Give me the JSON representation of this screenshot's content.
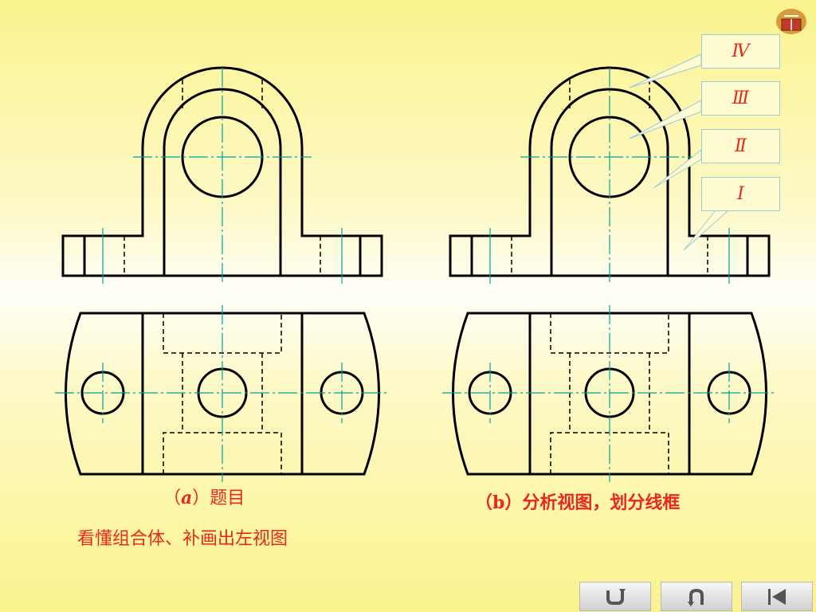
{
  "captions": {
    "a_prefix": "（",
    "a_letter": "a",
    "a_suffix": "）题目",
    "b": "（b）分析视图，划分线框",
    "note": "看懂组合体、补画出左视图"
  },
  "callouts": [
    {
      "id": "IV",
      "label": "Ⅳ"
    },
    {
      "id": "III",
      "label": "Ⅲ"
    },
    {
      "id": "II",
      "label": "Ⅱ"
    },
    {
      "id": "I",
      "label": "Ⅰ"
    }
  ],
  "nav_buttons": [
    {
      "name": "return-icon",
      "glyph": "↺"
    },
    {
      "name": "back-icon",
      "glyph": "⟲"
    },
    {
      "name": "first-icon",
      "glyph": "⏮"
    }
  ],
  "colors": {
    "line": "#000000",
    "centerline": "#00a0a0",
    "caption": "#e8281e",
    "callout_fill": "#fefcd0",
    "callout_border": "#9ccbe0"
  },
  "icons": {
    "corner": "book-icon"
  }
}
